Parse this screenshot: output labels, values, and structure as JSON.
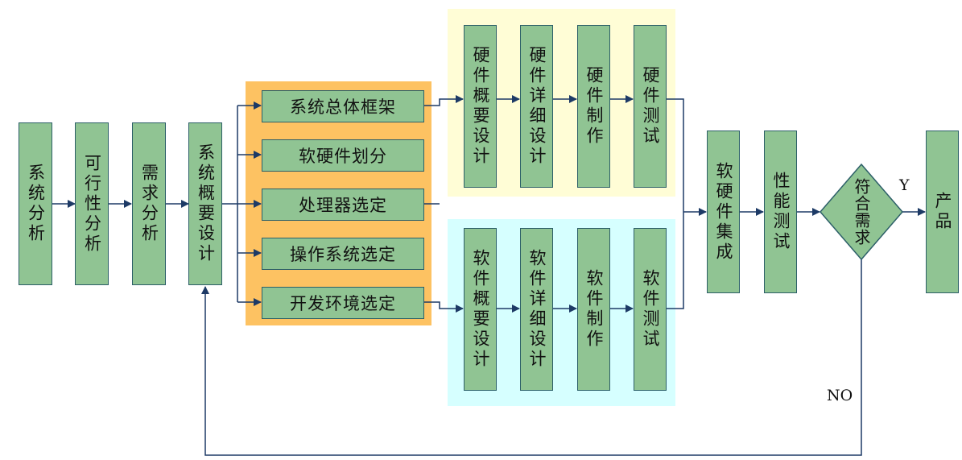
{
  "colors": {
    "node_fill": "#90c493",
    "node_border": "#2c5f68",
    "arrow": "#1d3a66",
    "panel_orange": "#fdc262",
    "panel_yellow": "#fffdd6",
    "panel_cyan": "#d6ffff"
  },
  "nodes": {
    "system_analysis": "系统分析",
    "feasibility_analysis": "可行性分析",
    "requirement_analysis": "需求分析",
    "system_outline_design": "系统概要设计",
    "architecture": "系统总体框架",
    "hw_sw_partition": "软硬件划分",
    "processor_selection": "处理器选定",
    "os_selection": "操作系统选定",
    "dev_env_selection": "开发环境选定",
    "hw_outline_design": "硬件概要设计",
    "hw_detail_design": "硬件详细设计",
    "hw_fabrication": "硬件制作",
    "hw_test": "硬件测试",
    "sw_outline_design": "软件概要设计",
    "sw_detail_design": "软件详细设计",
    "sw_fabrication": "软件制作",
    "sw_test": "软件测试",
    "hw_sw_integration": "软硬件集成",
    "performance_test": "性能测试",
    "meets_requirement": "符合需求",
    "product": "产品"
  },
  "labels": {
    "yes": "Y",
    "no": "NO"
  }
}
